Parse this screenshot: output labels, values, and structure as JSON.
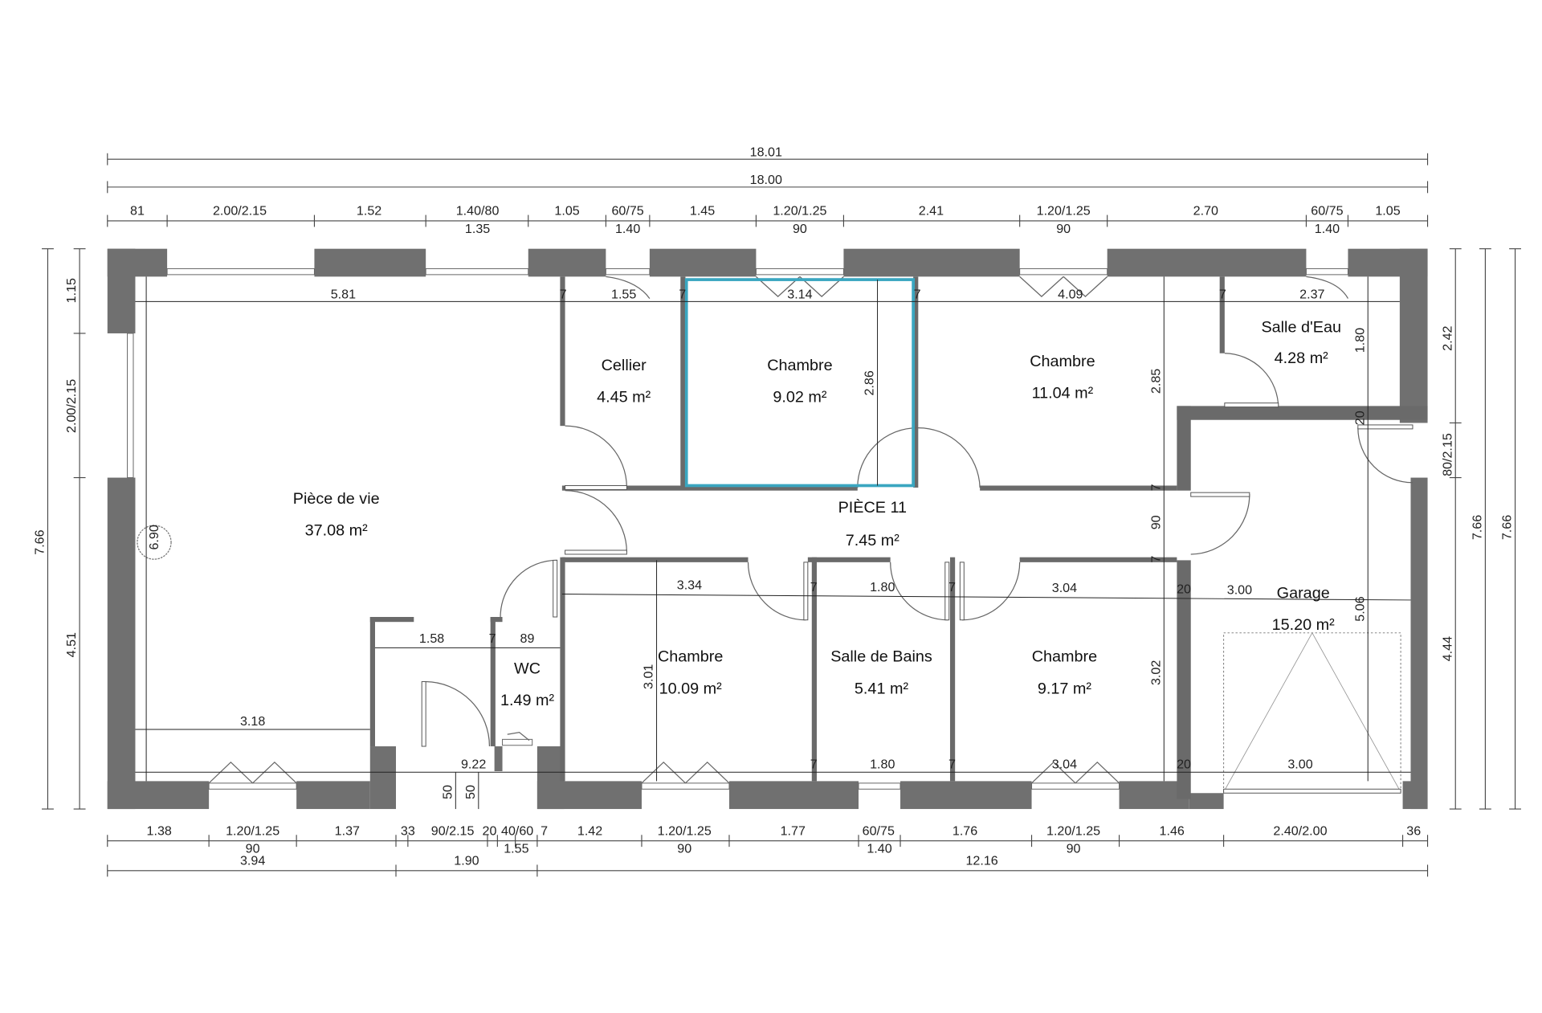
{
  "overall": {
    "top_total_1": "18.01",
    "top_total_2": "18.00"
  },
  "top_dims": {
    "row1": [
      "81",
      "2.00/2.15",
      "1.52",
      "1.40/80",
      "1.05",
      "60/75",
      "1.45",
      "1.20/1.25",
      "2.41",
      "1.20/1.25",
      "2.70",
      "60/75",
      "1.05"
    ],
    "row2": [
      "1.35",
      "1.40",
      "90",
      "90",
      "1.40"
    ]
  },
  "bottom_dims": {
    "row1": [
      "1.38",
      "1.20/1.25",
      "1.37",
      "33",
      "90/2.15",
      "20",
      "40/60",
      "7",
      "1.42",
      "1.20/1.25",
      "1.77",
      "60/75",
      "1.76",
      "1.20/1.25",
      "1.46",
      "2.40/2.00",
      "36"
    ],
    "row2": [
      "90",
      "1.55",
      "90",
      "1.40",
      "90"
    ],
    "row3": [
      "3.94",
      "1.90",
      "12.16"
    ]
  },
  "left_dims": {
    "total": "7.66",
    "segments": [
      "1.15",
      "2.00/2.15",
      "4.51"
    ]
  },
  "right_dims": {
    "segments": [
      "2.42",
      "80/2.15",
      "4.44"
    ],
    "total_1": "7.66",
    "total_2": "7.66"
  },
  "rooms": [
    {
      "name": "Pièce de vie",
      "area": "37.08 m²"
    },
    {
      "name": "Cellier",
      "area": "4.45 m²"
    },
    {
      "name": "Chambre",
      "area": "9.02 m²",
      "selected": true
    },
    {
      "name": "Chambre",
      "area": "11.04 m²"
    },
    {
      "name": "Salle d'Eau",
      "area": "4.28 m²"
    },
    {
      "name": "PIÈCE 11",
      "area": "7.45 m²"
    },
    {
      "name": "Chambre",
      "area": "10.09 m²"
    },
    {
      "name": "Salle de Bains",
      "area": "5.41 m²"
    },
    {
      "name": "Chambre",
      "area": "9.17 m²"
    },
    {
      "name": "WC",
      "area": "1.49 m²"
    },
    {
      "name": "Garage",
      "area": "15.20 m²"
    }
  ],
  "interior_dims": {
    "top": [
      "5.81",
      "1.55",
      "3.14",
      "4.09",
      "2.37"
    ],
    "seven": "7",
    "twenty": "20",
    "v_2_86": "2.86",
    "v_2_85": "2.85",
    "v_1_80": "1.80",
    "v_6_90": "6.90",
    "v_90": "90",
    "v_5_06": "5.06",
    "v_3_01": "3.01",
    "v_3_02": "3.02",
    "mid": [
      "3.34",
      "1.80",
      "3.04",
      "3.00"
    ],
    "wc": [
      "1.58",
      "7",
      "89"
    ],
    "living": "3.18",
    "entry": "9.22",
    "fifty": "50",
    "bottom": [
      "1.80",
      "3.04",
      "3.00"
    ]
  },
  "colors": {
    "wall": "#707070",
    "selection": "#3aa6c0"
  }
}
